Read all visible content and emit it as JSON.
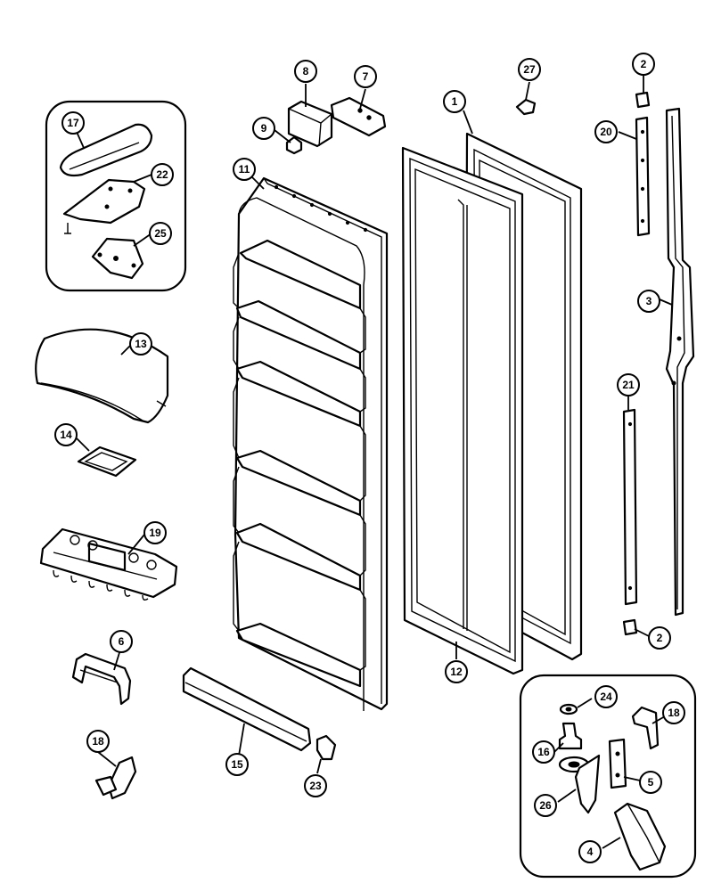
{
  "callouts": [
    {
      "id": "c17",
      "label": "17"
    },
    {
      "id": "c22",
      "label": "22"
    },
    {
      "id": "c25",
      "label": "25"
    },
    {
      "id": "c13",
      "label": "13"
    },
    {
      "id": "c14",
      "label": "14"
    },
    {
      "id": "c19",
      "label": "19"
    },
    {
      "id": "c6",
      "label": "6"
    },
    {
      "id": "c18a",
      "label": "18"
    },
    {
      "id": "c8",
      "label": "8"
    },
    {
      "id": "c7",
      "label": "7"
    },
    {
      "id": "c9",
      "label": "9"
    },
    {
      "id": "c11",
      "label": "11"
    },
    {
      "id": "c15",
      "label": "15"
    },
    {
      "id": "c23",
      "label": "23"
    },
    {
      "id": "c1",
      "label": "1"
    },
    {
      "id": "c12",
      "label": "12"
    },
    {
      "id": "c27",
      "label": "27"
    },
    {
      "id": "c2a",
      "label": "2"
    },
    {
      "id": "c20",
      "label": "20"
    },
    {
      "id": "c3",
      "label": "3"
    },
    {
      "id": "c21",
      "label": "21"
    },
    {
      "id": "c2b",
      "label": "2"
    },
    {
      "id": "c24",
      "label": "24"
    },
    {
      "id": "c16",
      "label": "16"
    },
    {
      "id": "c18b",
      "label": "18"
    },
    {
      "id": "c5",
      "label": "5"
    },
    {
      "id": "c26",
      "label": "26"
    },
    {
      "id": "c4",
      "label": "4"
    }
  ]
}
